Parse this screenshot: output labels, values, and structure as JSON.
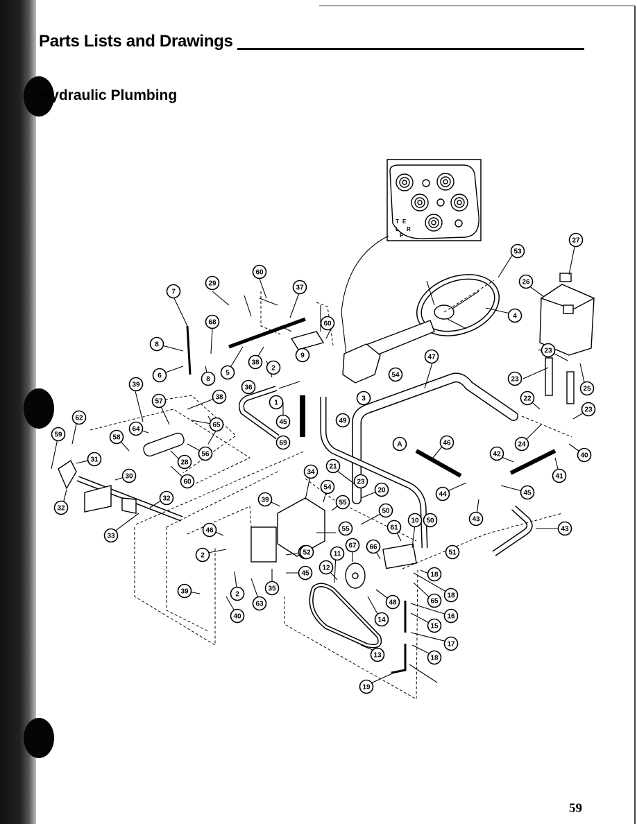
{
  "page": {
    "title": "Parts Lists and Drawings",
    "subtitle": "Hydraulic Plumbing",
    "page_number": "59"
  },
  "inset": {
    "port_labels": [
      "T",
      "E",
      "L",
      "R",
      "P"
    ]
  },
  "callouts": [
    "1",
    "2",
    "2",
    "2",
    "3",
    "4",
    "5",
    "6",
    "7",
    "8",
    "8",
    "9",
    "10",
    "11",
    "12",
    "13",
    "14",
    "15",
    "16",
    "17",
    "18",
    "18",
    "18",
    "19",
    "20",
    "21",
    "22",
    "23",
    "23",
    "23",
    "23",
    "24",
    "25",
    "26",
    "27",
    "28",
    "29",
    "30",
    "31",
    "32",
    "32",
    "33",
    "34",
    "35",
    "36",
    "36",
    "37",
    "38",
    "38",
    "39",
    "39",
    "39",
    "40",
    "40",
    "41",
    "42",
    "43",
    "43",
    "44",
    "45",
    "45",
    "45",
    "46",
    "46",
    "47",
    "48",
    "49",
    "50",
    "50",
    "51",
    "52",
    "53",
    "54",
    "54",
    "55",
    "55",
    "56",
    "57",
    "58",
    "59",
    "60",
    "60",
    "60",
    "61",
    "62",
    "63",
    "64",
    "65",
    "65",
    "66",
    "67",
    "68",
    "69",
    "A",
    "A",
    "A"
  ]
}
